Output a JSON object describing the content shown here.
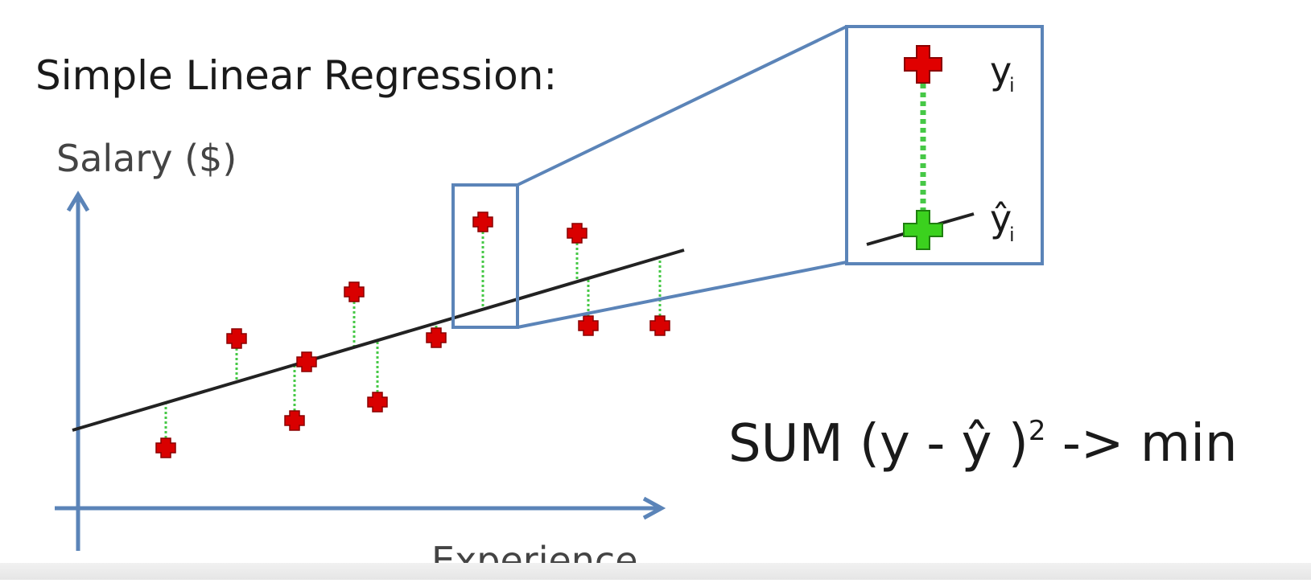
{
  "title": "Simple Linear Regression:",
  "axes": {
    "y_label": "Salary ($)",
    "x_label": "Experience"
  },
  "zoom": {
    "observed_label": "y",
    "predicted_label": "ŷ",
    "subscript": "i"
  },
  "formula": {
    "text": "SUM  (y  -  ŷ )",
    "exponent": "2",
    "suffix": " ->  min"
  },
  "colors": {
    "axis": "#5b84b8",
    "observed": "#d90000",
    "predicted": "#3bd11e",
    "residual": "#46c846",
    "regression_line": "#222222",
    "text": "#1a1a1a",
    "axis_label_text": "#444444"
  },
  "icons": {
    "observed": "red-plus-marker",
    "predicted": "green-plus-marker"
  }
}
